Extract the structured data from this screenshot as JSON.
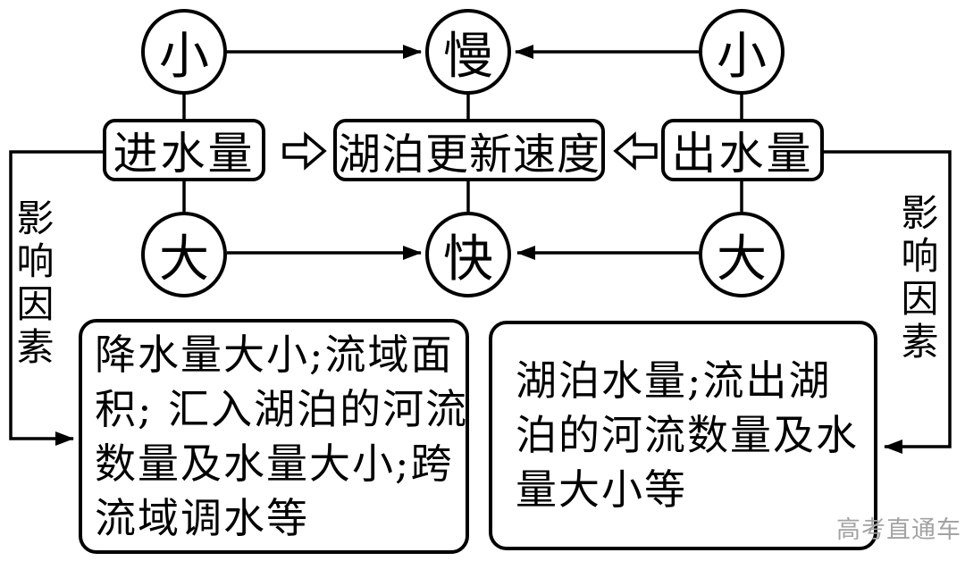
{
  "nodes": {
    "inflow_small": "小",
    "renewal_slow": "慢",
    "outflow_small": "小",
    "inflow_box": "进水量",
    "renewal_box": "湖泊更新速度",
    "outflow_box": "出水量",
    "inflow_large": "大",
    "renewal_fast": "快",
    "outflow_large": "大"
  },
  "side_labels": {
    "left": "影响因素",
    "right": "影响因素"
  },
  "factor_boxes": {
    "left": {
      "text": "降水量大小;流域面积; 汇入湖泊的河流数量及水量大小;跨流域调水等",
      "lines": [
        "降水量大小;流域面",
        "积; 汇入湖泊的河流",
        "数量及水量大小;跨",
        "流域调水等"
      ]
    },
    "right": {
      "text": "湖泊水量;流出湖泊的河流数量及水量大小等",
      "lines": [
        "湖泊水量;流出湖",
        "泊的河流数量及水",
        "量大小等"
      ]
    }
  },
  "watermark": "高考直通车",
  "colors": {
    "line": "#000000",
    "background": "#ffffff",
    "watermark": "#a3a3a3"
  }
}
